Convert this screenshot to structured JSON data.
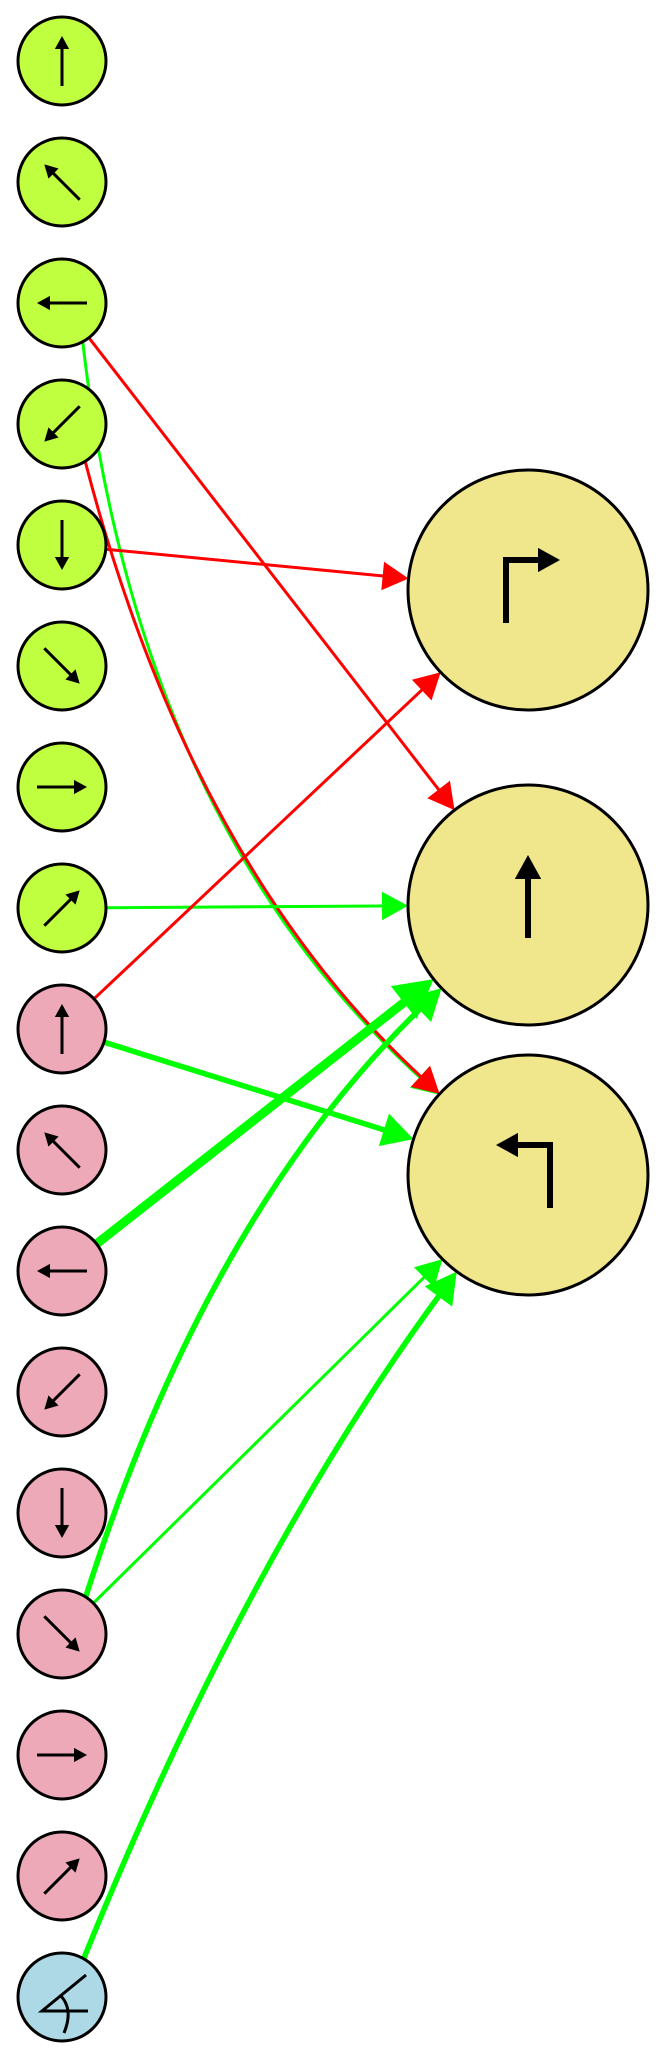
{
  "colors": {
    "background": "#ffffff",
    "node_stroke": "#000000",
    "glyph": "#000000",
    "input_group_a": "#bfff3f",
    "input_group_b": "#eea9b8",
    "input_special": "#add8e6",
    "output_node": "#f0e68c",
    "edge_positive": "#00ff00",
    "edge_negative": "#ff0000"
  },
  "input_nodes": [
    {
      "id": "in-up",
      "group": "a",
      "icon": "arrow-up"
    },
    {
      "id": "in-up-left",
      "group": "a",
      "icon": "arrow-up-left"
    },
    {
      "id": "in-left",
      "group": "a",
      "icon": "arrow-left"
    },
    {
      "id": "in-down-left",
      "group": "a",
      "icon": "arrow-down-left"
    },
    {
      "id": "in-down",
      "group": "a",
      "icon": "arrow-down"
    },
    {
      "id": "in-down-right",
      "group": "a",
      "icon": "arrow-down-right"
    },
    {
      "id": "in-right",
      "group": "a",
      "icon": "arrow-right"
    },
    {
      "id": "in-up-right",
      "group": "a",
      "icon": "arrow-up-right"
    },
    {
      "id": "in2-up",
      "group": "b",
      "icon": "arrow-up"
    },
    {
      "id": "in2-up-left",
      "group": "b",
      "icon": "arrow-up-left"
    },
    {
      "id": "in2-left",
      "group": "b",
      "icon": "arrow-left"
    },
    {
      "id": "in2-down-left",
      "group": "b",
      "icon": "arrow-down-left"
    },
    {
      "id": "in2-down",
      "group": "b",
      "icon": "arrow-down"
    },
    {
      "id": "in2-down-right",
      "group": "b",
      "icon": "arrow-down-right"
    },
    {
      "id": "in2-right",
      "group": "b",
      "icon": "arrow-right"
    },
    {
      "id": "in2-up-right",
      "group": "b",
      "icon": "arrow-up-right"
    },
    {
      "id": "in-angle",
      "group": "special",
      "icon": "angle"
    }
  ],
  "output_nodes": [
    {
      "id": "out-turn-right",
      "icon": "turn-right-arrow"
    },
    {
      "id": "out-forward",
      "icon": "forward-arrow"
    },
    {
      "id": "out-turn-left",
      "icon": "turn-left-arrow"
    }
  ],
  "connections": [
    {
      "from": "in-left",
      "to": "out-forward",
      "sign": "negative",
      "weight": 1
    },
    {
      "from": "in-left",
      "to": "out-turn-left",
      "sign": "positive",
      "weight": 1
    },
    {
      "from": "in-down-left",
      "to": "out-turn-left",
      "sign": "negative",
      "weight": 1
    },
    {
      "from": "in-down",
      "to": "out-turn-right",
      "sign": "negative",
      "weight": 1
    },
    {
      "from": "in-up-right",
      "to": "out-forward",
      "sign": "positive",
      "weight": 1
    },
    {
      "from": "in2-up",
      "to": "out-turn-right",
      "sign": "negative",
      "weight": 1
    },
    {
      "from": "in2-up",
      "to": "out-turn-left",
      "sign": "positive",
      "weight": 2
    },
    {
      "from": "in2-left",
      "to": "out-forward",
      "sign": "positive",
      "weight": 3
    },
    {
      "from": "in2-down-right",
      "to": "out-forward",
      "sign": "positive",
      "weight": 2
    },
    {
      "from": "in2-down-right",
      "to": "out-turn-left",
      "sign": "positive",
      "weight": 1
    },
    {
      "from": "in-angle",
      "to": "out-turn-left",
      "sign": "positive",
      "weight": 2
    }
  ]
}
